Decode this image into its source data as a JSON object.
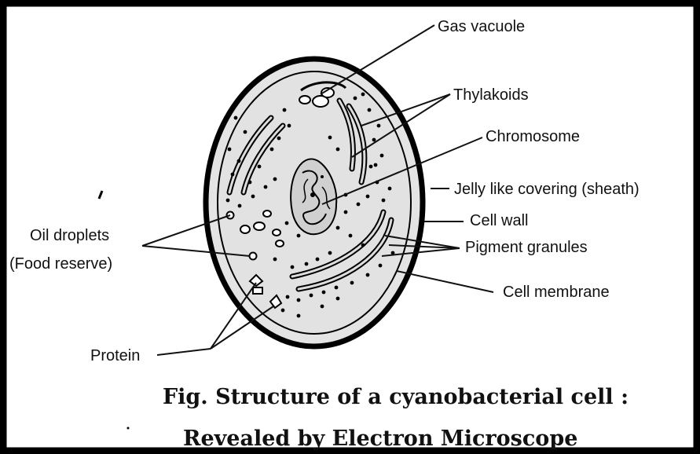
{
  "labels": {
    "gas_vacuole": "Gas vacuole",
    "thylakoids": "Thylakoids",
    "chromosome": "Chromosome",
    "sheath": "Jelly like covering (sheath)",
    "cell_wall": "Cell wall",
    "pigment_granules": "Pigment granules",
    "cell_membrane": "Cell membrane",
    "oil_droplets": "Oil droplets",
    "food_reserve": "(Food reserve)",
    "protein": "Protein"
  },
  "caption": {
    "line1": "Fig. Structure of a cyanobacterial cell :",
    "line2": "Revealed by Electron Microscope"
  },
  "colors": {
    "ink": "#111111",
    "cytoplasm": "#e4e4e4",
    "sheath_stipple": "#9a9a9a",
    "border": "#000000"
  }
}
